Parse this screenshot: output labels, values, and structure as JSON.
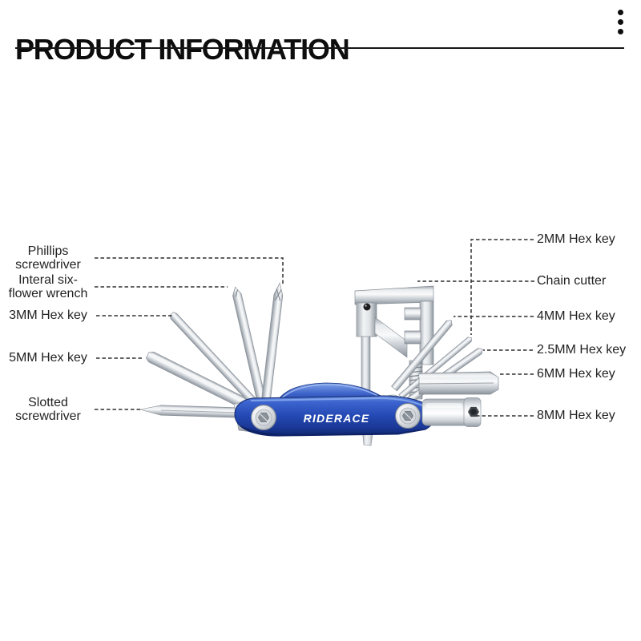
{
  "header": {
    "title": "PRODUCT INFORMATION",
    "menu_icon": "kebab-vertical"
  },
  "product": {
    "brand": "RIDERACE",
    "body_color": "#2449b4",
    "metal_color": "#d9dde1",
    "type": "bicycle multi-tool"
  },
  "labels": {
    "left": [
      {
        "text": "Phillips\nscrewdriver",
        "target": "phillips-screwdriver"
      },
      {
        "text": "Interal six-\nflower wrench",
        "target": "torx-wrench"
      },
      {
        "text": "3MM Hex key",
        "target": "hex-key-3mm"
      },
      {
        "text": "5MM Hex key",
        "target": "hex-key-5mm"
      },
      {
        "text": "Slotted\nscrewdriver",
        "target": "slotted-screwdriver"
      }
    ],
    "right": [
      {
        "text": "2MM Hex key",
        "target": "hex-key-2mm"
      },
      {
        "text": "Chain cutter",
        "target": "chain-cutter"
      },
      {
        "text": "4MM Hex key",
        "target": "hex-key-4mm"
      },
      {
        "text": "2.5MM Hex key",
        "target": "hex-key-2-5mm"
      },
      {
        "text": "6MM Hex key",
        "target": "hex-key-6mm"
      },
      {
        "text": "8MM Hex key",
        "target": "hex-key-8mm"
      }
    ]
  }
}
